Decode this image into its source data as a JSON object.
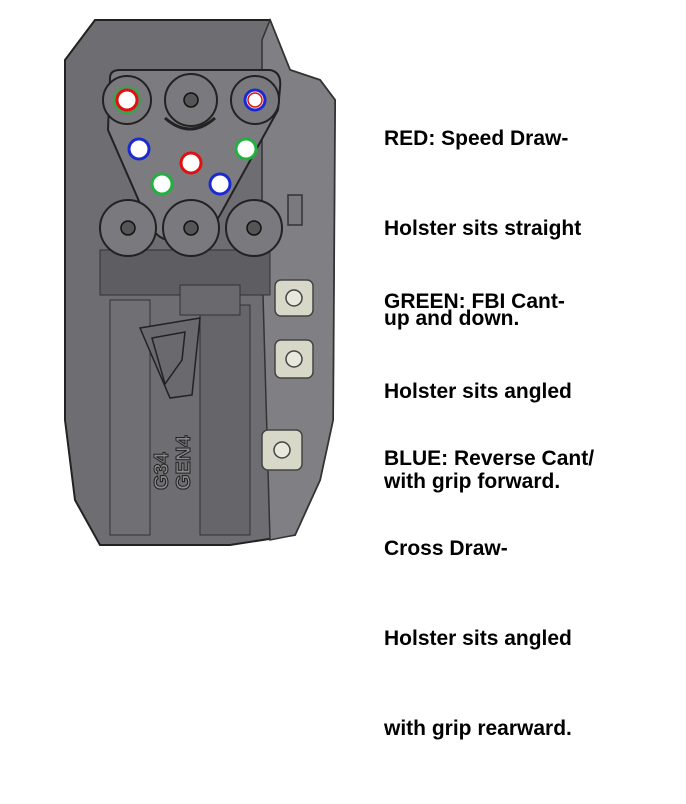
{
  "legend": {
    "red": {
      "lines": [
        "RED: Speed Draw-",
        "Holster sits straight",
        "up and down."
      ],
      "color": "#e01010"
    },
    "green": {
      "lines": [
        "GREEN: FBI Cant-",
        "Holster sits angled",
        "with grip forward."
      ],
      "color": "#22b040"
    },
    "blue": {
      "lines": [
        "BLUE: Reverse Cant/",
        "Cross Draw-",
        "Holster sits angled",
        "with grip rearward."
      ],
      "color": "#1a2ad0"
    }
  },
  "engraving": {
    "model": "G34",
    "gen": "GEN4"
  },
  "colors": {
    "holster_body": "#6e6e72",
    "holster_dark": "#4a4a4e",
    "holster_light": "#8a8a8e",
    "plate": "#7a7a7e",
    "washer": "#d8d8c8"
  }
}
